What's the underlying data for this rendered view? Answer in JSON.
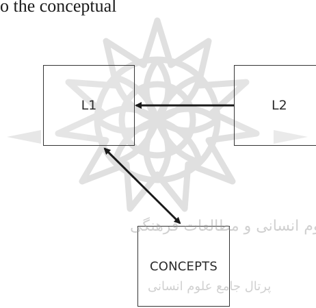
{
  "page": {
    "top_text": "o the conceptual"
  },
  "diagram": {
    "nodes": [
      {
        "id": "l1",
        "label": "L1"
      },
      {
        "id": "l2",
        "label": "L2"
      },
      {
        "id": "concepts",
        "label": "CONCEPTS"
      }
    ],
    "edges": [
      {
        "from": "l2",
        "to": "l1",
        "direction": "single"
      },
      {
        "from": "l1",
        "to": "concepts",
        "direction": "both"
      }
    ]
  },
  "watermark": {
    "line1": "پژوهشگاه علوم انسانی و مطالعات فرهنگی",
    "line2": "پرتال جامع علوم انسانی",
    "color": "#b4b4b4",
    "shape": "rosette-pattern"
  }
}
